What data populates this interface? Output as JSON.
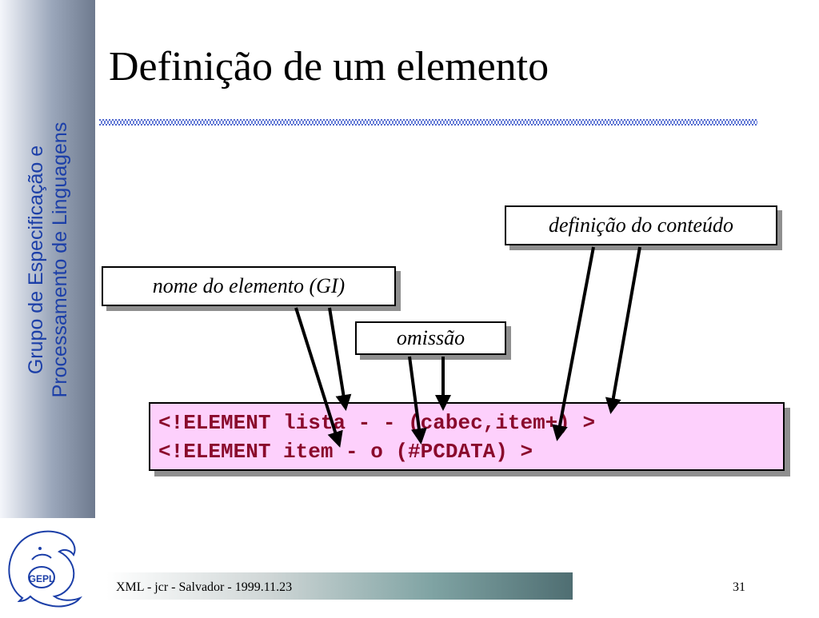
{
  "sidebar": {
    "line1": "Grupo de Especificação e",
    "line2": "Processamento de Linguagens"
  },
  "logo": {
    "text": "GEPL"
  },
  "title": "Definição de um elemento",
  "callouts": {
    "content_def": "definição do conteúdo",
    "element_name": "nome do elemento (GI)",
    "omission": "omissão"
  },
  "code": {
    "line1": "<!ELEMENT lista - - (cabec,item+) >",
    "line2": "<!ELEMENT item - o (#PCDATA) >"
  },
  "footer": {
    "text": "XML - jcr - Salvador - 1999.11.23",
    "page": "31"
  },
  "colors": {
    "sidebar_text": "#1c3fa8",
    "code_text": "#8a0a2c",
    "code_background": "#fdd0fc",
    "title_rule": "#3a55c8"
  }
}
